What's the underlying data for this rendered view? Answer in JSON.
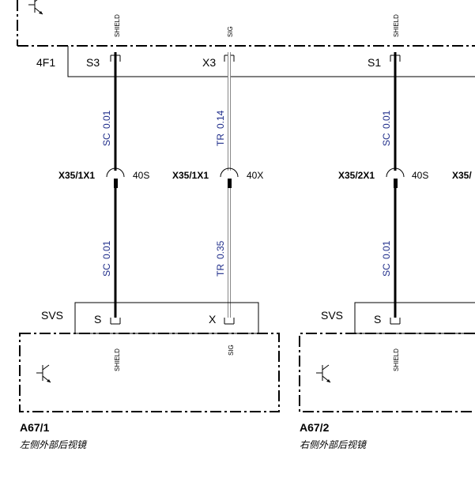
{
  "top_module": {
    "label": "4F1",
    "pins": [
      "S3",
      "X3",
      "S1"
    ],
    "signals": [
      "SHIELD",
      "SIG",
      "SHIELD"
    ]
  },
  "wires_upper": [
    {
      "color": "SC",
      "size": "0.01"
    },
    {
      "color": "TR",
      "size": "0.14"
    },
    {
      "color": "SC",
      "size": "0.01"
    }
  ],
  "wires_lower": [
    {
      "color": "SC",
      "size": "0.01"
    },
    {
      "color": "TR",
      "size": "0.35"
    },
    {
      "color": "SC",
      "size": "0.01"
    }
  ],
  "connectors": [
    {
      "name": "X35/1X1",
      "cavity": "40S"
    },
    {
      "name": "X35/1X1",
      "cavity": "40X"
    },
    {
      "name": "X35/2X1",
      "cavity": "40S"
    },
    {
      "name": "X35/",
      "cavity": ""
    }
  ],
  "bottom_left": {
    "module": "SVS",
    "pins": [
      "S",
      "X"
    ],
    "signals": [
      "SHIELD",
      "SIG"
    ],
    "component_id": "A67/1",
    "description": "左侧外部后视镜"
  },
  "bottom_right": {
    "module": "SVS",
    "pins": [
      "S"
    ],
    "signals": [
      "SHIELD"
    ],
    "component_id": "A67/2",
    "description": "右侧外部后视镜"
  },
  "colors": {
    "wire_black": "#000000",
    "wire_translucent": "#c8c8c8",
    "wire_label": "#1f2d8a"
  },
  "icons": [
    "transistor-icon"
  ]
}
